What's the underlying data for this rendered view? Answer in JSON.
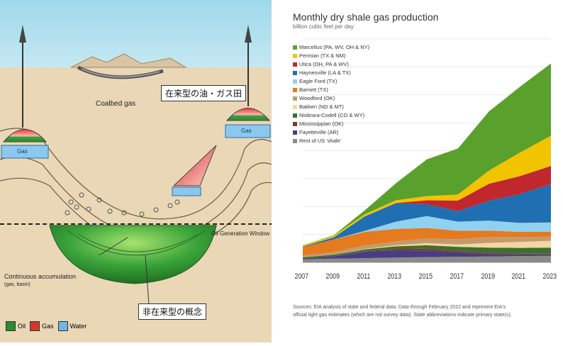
{
  "left": {
    "labels": {
      "coalbed_gas": "Coalbed gas",
      "conventional_callout": "在来型の油・ガス田",
      "unconventional_callout": "非在来型の概念",
      "gas_label_left": "Gas",
      "gas_label_right": "Gas",
      "oil_generation_window": "Oil Generation Window",
      "continuous_accumulation": "Continuous accumulation",
      "continuous_sub": "(gas, basin)"
    },
    "key": [
      {
        "label": "Oil",
        "color": "#2e8b2e"
      },
      {
        "label": "Gas",
        "color": "#d33a2c"
      },
      {
        "label": "Water",
        "color": "#6fb7e3"
      }
    ]
  },
  "right": {
    "title": "Monthly dry shale gas production",
    "subtitle": "billion cubic feet per day",
    "source_lines": [
      "Sources: EIA analysis of state and federal data. Data through February 2022 and represent EIA's",
      "official tight gas estimates (which are not survey data). State abbreviations indicate primary state(s)."
    ]
  },
  "chart_data": {
    "type": "area",
    "title": "Monthly dry shale gas production",
    "subtitle": "billion cubic feet per day",
    "x_tick_labels": [
      "2007",
      "2009",
      "2011",
      "2013",
      "2015",
      "2017",
      "2019",
      "2021",
      "2023"
    ],
    "x": [
      "2007",
      "2009",
      "2011",
      "2013",
      "2015",
      "2017",
      "2019",
      "2021",
      "2023"
    ],
    "stacked": true,
    "legend_position": "top-left",
    "series": [
      {
        "name": "Marcellus (PA, WV, OH & NY)",
        "color": "#5aa02c",
        "values": [
          0.0,
          0.2,
          1.5,
          6.5,
          14.0,
          17.5,
          22.5,
          25.0,
          27.5
        ]
      },
      {
        "name": "Permian (TX & NM)",
        "color": "#f2c400",
        "values": [
          0.5,
          0.6,
          0.8,
          1.0,
          1.6,
          2.3,
          5.0,
          9.0,
          11.5
        ]
      },
      {
        "name": "Utica (OH, PA & WV)",
        "color": "#c0282d",
        "values": [
          0.0,
          0.0,
          0.0,
          0.1,
          1.5,
          4.0,
          6.5,
          6.8,
          7.0
        ]
      },
      {
        "name": "Haynesville (LA & TX)",
        "color": "#1f6fb2",
        "values": [
          0.2,
          0.8,
          5.5,
          7.0,
          4.5,
          4.0,
          7.5,
          11.0,
          14.5
        ]
      },
      {
        "name": "Eagle Ford (TX)",
        "color": "#8fd1ef",
        "values": [
          0.0,
          0.0,
          0.4,
          2.8,
          4.5,
          3.5,
          3.8,
          3.4,
          3.6
        ]
      },
      {
        "name": "Barnett (TX)",
        "color": "#e57a1e",
        "values": [
          3.2,
          4.8,
          5.2,
          4.7,
          4.0,
          3.2,
          2.4,
          2.0,
          1.8
        ]
      },
      {
        "name": "Woodford (OK)",
        "color": "#c49a6c",
        "values": [
          0.7,
          1.0,
          1.3,
          1.5,
          1.8,
          2.0,
          2.3,
          1.8,
          1.6
        ]
      },
      {
        "name": "Bakken (ND & MT)",
        "color": "#f3d6a0",
        "values": [
          0.0,
          0.0,
          0.2,
          0.4,
          0.8,
          0.9,
          1.8,
          2.3,
          2.6
        ]
      },
      {
        "name": "Niobrara-Codell (CO & WY)",
        "color": "#3d6f2e",
        "values": [
          0.5,
          0.6,
          0.7,
          1.0,
          1.3,
          1.6,
          2.0,
          2.2,
          2.3
        ]
      },
      {
        "name": "Mississippian (OK)",
        "color": "#7a3b2e",
        "values": [
          0.0,
          0.0,
          0.1,
          0.5,
          0.7,
          0.5,
          0.4,
          0.3,
          0.3
        ]
      },
      {
        "name": "Fayetteville (AR)",
        "color": "#4a3c82",
        "values": [
          0.2,
          0.9,
          2.5,
          2.8,
          2.5,
          1.7,
          1.0,
          0.6,
          0.5
        ]
      },
      {
        "name": "Rest of US 'shale'",
        "color": "#8a8a8a",
        "values": [
          1.2,
          1.4,
          1.6,
          1.8,
          2.0,
          2.1,
          2.2,
          2.4,
          2.5
        ]
      }
    ],
    "ylim": [
      0,
      85
    ],
    "grid": true
  }
}
